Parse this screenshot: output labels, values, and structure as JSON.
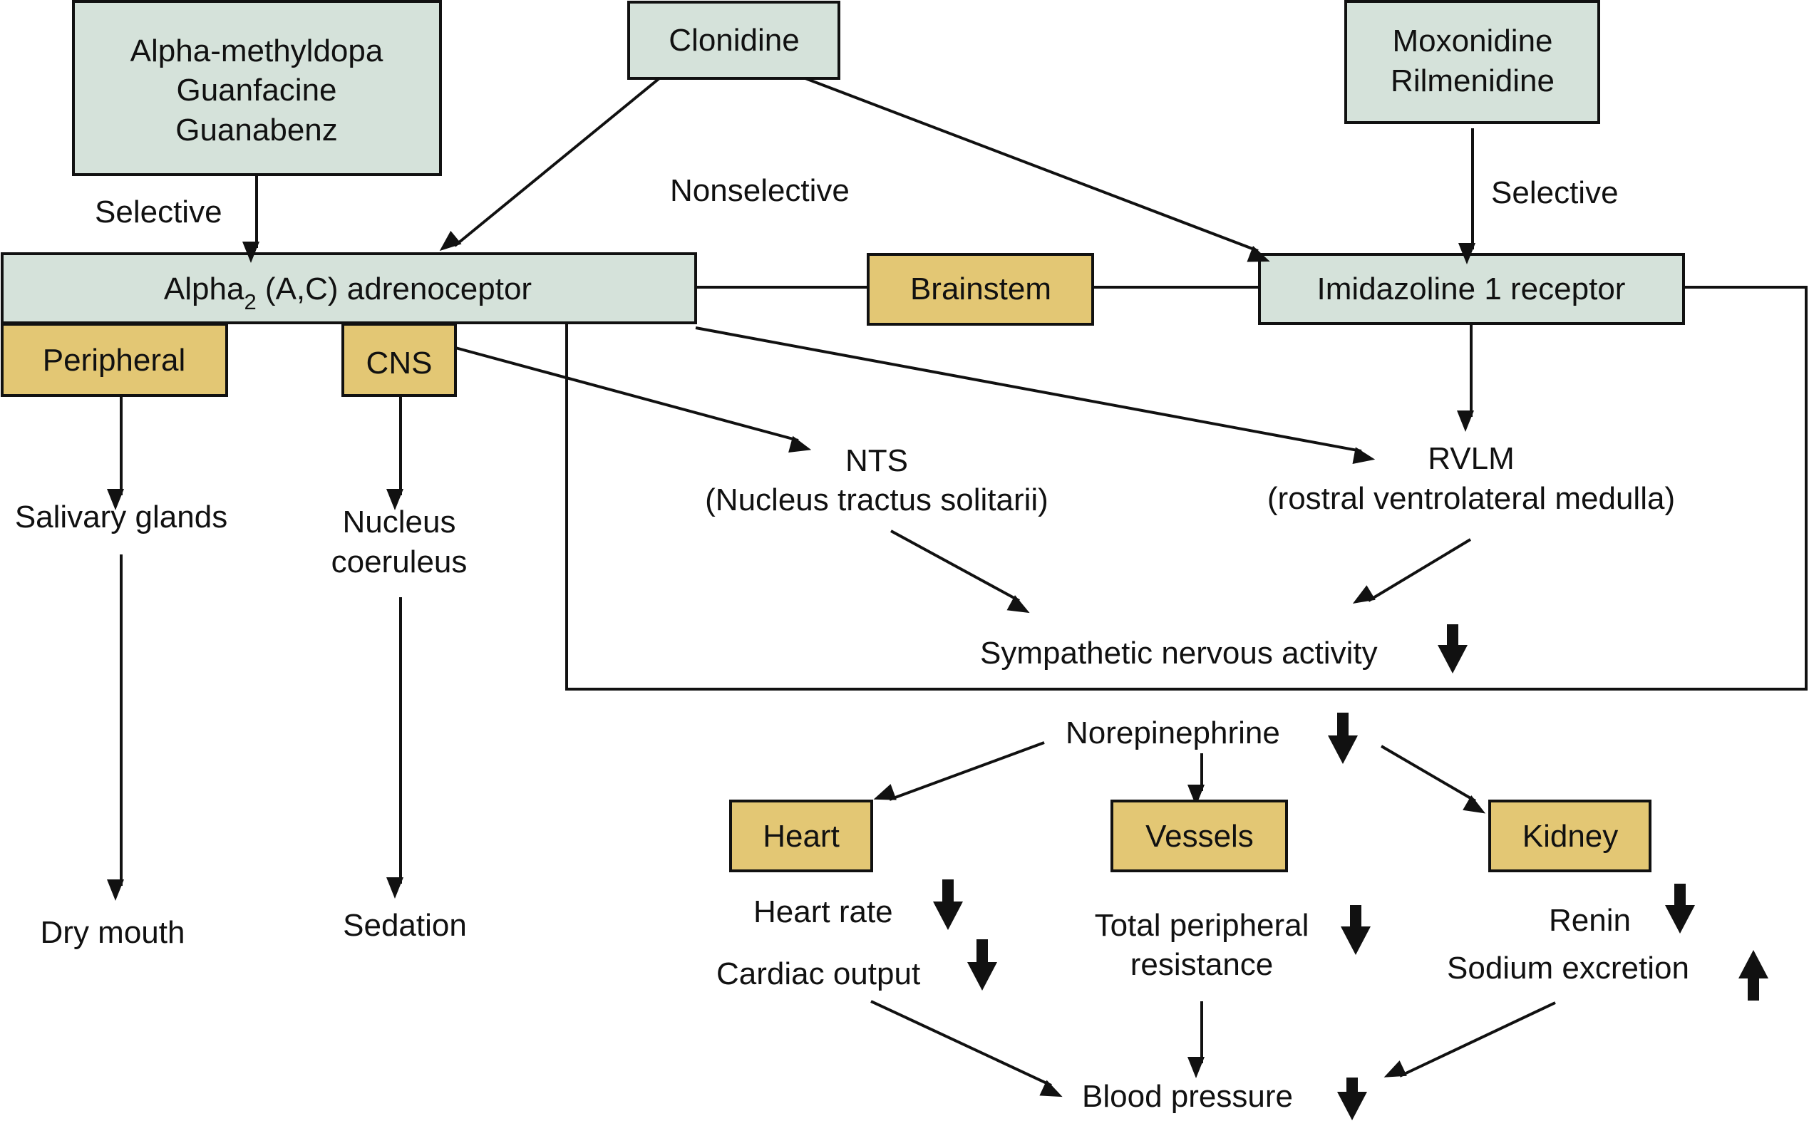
{
  "colors": {
    "drug_box_fill": "#d5e2da",
    "site_box_fill": "#e3c774",
    "line": "#111111",
    "background": "#ffffff"
  },
  "drugs": {
    "selective_alpha": [
      "Alpha-methyldopa",
      "Guanfacine",
      "Guanabenz"
    ],
    "clonidine": "Clonidine",
    "selective_i1": [
      "Moxonidine",
      "Rilmenidine"
    ]
  },
  "edge_labels": {
    "selective_left": "Selective",
    "nonselective": "Nonselective",
    "selective_right": "Selective"
  },
  "receptors": {
    "alpha2_main": "Alpha",
    "alpha2_sub": "2",
    "alpha2_rest": " (A,C) adrenoceptor",
    "imidazoline": "Imidazoline 1 receptor"
  },
  "sites": {
    "brainstem": "Brainstem",
    "peripheral": "Peripheral",
    "cns": "CNS",
    "heart": "Heart",
    "vessels": "Vessels",
    "kidney": "Kidney"
  },
  "nodes": {
    "salivary": "Salivary glands",
    "dry_mouth": "Dry mouth",
    "nucleus": [
      "Nucleus",
      "coeruleus"
    ],
    "sedation": "Sedation",
    "nts": [
      "NTS",
      "(Nucleus tractus solitarii)"
    ],
    "rvlm": [
      "RVLM",
      "(rostral ventrolateral medulla)"
    ],
    "sympathetic": "Sympathetic nervous activity",
    "norepinephrine": "Norepinephrine",
    "heart_rate": "Heart rate",
    "cardiac_output": "Cardiac output",
    "tpr": [
      "Total peripheral",
      "resistance"
    ],
    "renin": "Renin",
    "sodium": "Sodium excretion",
    "blood_pressure": "Blood pressure"
  },
  "trend_icons": {
    "decrease": "down-arrow-icon",
    "increase": "up-arrow-icon"
  }
}
